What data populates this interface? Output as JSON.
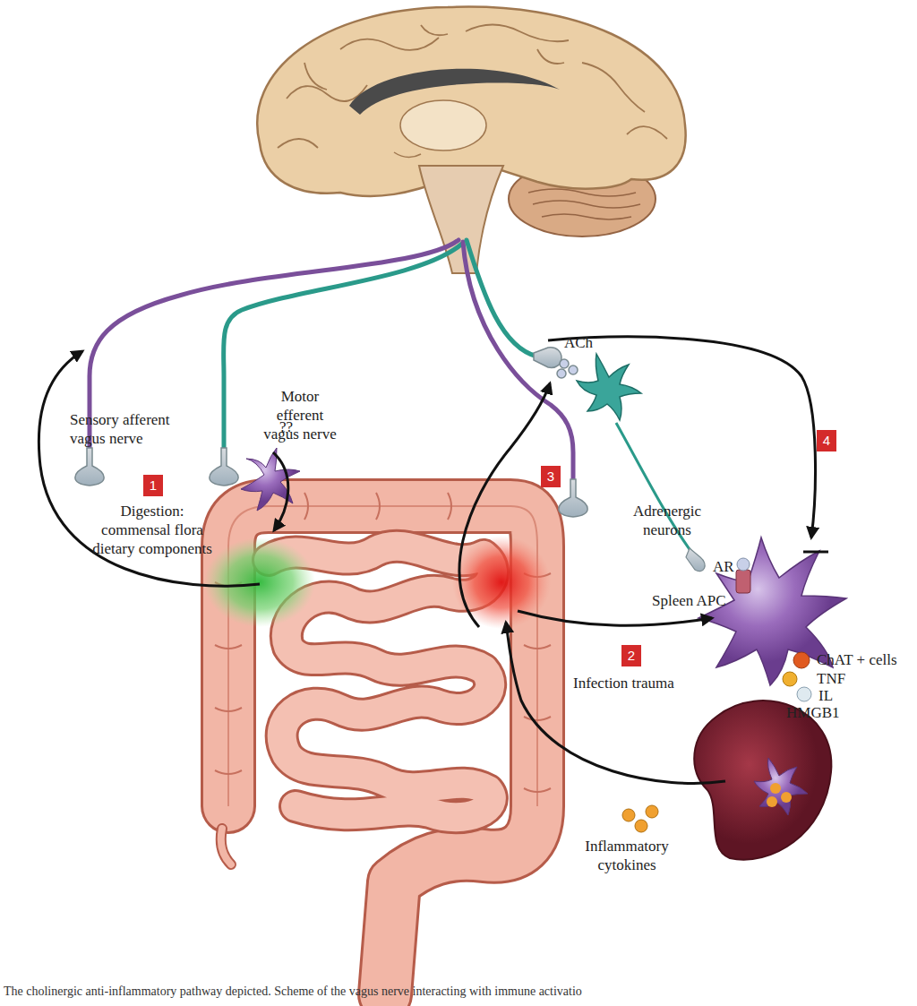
{
  "diagram": {
    "caption": "The cholinergic anti-inflammatory pathway depicted. Scheme of the vagus nerve interacting with immune activatio",
    "labels": [
      "Sensory afferent vagus nerve",
      "Motor efferent vagus nerve",
      "1",
      "Digestion: commensal flora dietary components",
      "??",
      "ACh",
      "3",
      "Adrenergic neurons",
      "4",
      "AR",
      "Spleen APC",
      "2",
      "Infection trauma",
      "ChAT + cells",
      "TNF",
      "IL",
      "HMGB1",
      "Inflammatory cytokines"
    ]
  }
}
